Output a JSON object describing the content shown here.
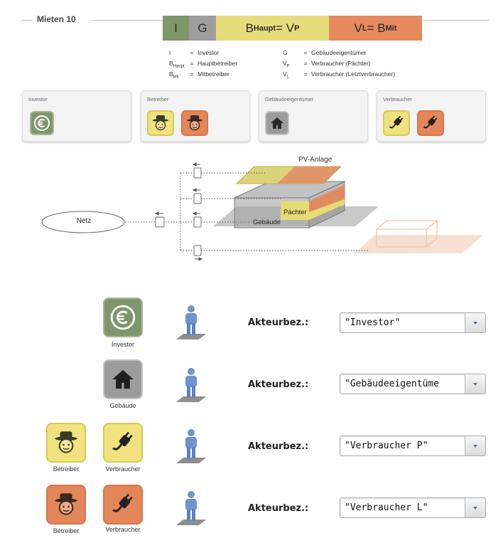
{
  "header": {
    "title": "Mieten 10",
    "formula": [
      {
        "label": "I",
        "color": "#7f966a"
      },
      {
        "label": "G",
        "color": "#9e9e9e"
      },
      {
        "label_main": "B",
        "label_sub": "Haupt",
        "label_eq": " = V",
        "label_sub2": "P",
        "color": "#e7dc7c"
      },
      {
        "label_main": "V",
        "label_sub": "L",
        "label_eq": " = B",
        "label_sub2": "Mit",
        "color": "#e68a5e"
      }
    ]
  },
  "legend": {
    "left": [
      {
        "key": "I",
        "key_sub": "",
        "desc": "Investor"
      },
      {
        "key": "B",
        "key_sub": "Haupt",
        "desc": "Hauptbetreiber"
      },
      {
        "key": "B",
        "key_sub": "Mit",
        "desc": "Mitbetreiber"
      }
    ],
    "right": [
      {
        "key": "G",
        "key_sub": "",
        "desc": "Gebäudeeigentümer"
      },
      {
        "key": "V",
        "key_sub": "P",
        "desc": "Verbraucher (Pächter)"
      },
      {
        "key": "V",
        "key_sub": "L",
        "desc": "Verbraucher (Letztverbraucher)"
      }
    ],
    "equals": "="
  },
  "cards": [
    {
      "title": "Investor"
    },
    {
      "title": "Betreiber"
    },
    {
      "title": "Gebäudeeigentümer"
    },
    {
      "title": "Verbraucher"
    }
  ],
  "diagram": {
    "pv_label": "PV-Anlage",
    "tenant_label": "Pächter",
    "building_label": "Gebäude",
    "grid_label": "Netz"
  },
  "actor_rows": [
    {
      "captions": [
        "Investor"
      ],
      "label": "Akteurbez.:",
      "value": "\"Investor\""
    },
    {
      "captions": [
        "Gebäude"
      ],
      "label": "Akteurbez.:",
      "value": "\"Gebäudeeigentüme"
    },
    {
      "captions": [
        "Betreiber",
        "Verbraucher"
      ],
      "label": "Akteurbez.:",
      "value": "\"Verbraucher P\""
    },
    {
      "captions": [
        "Betreiber",
        "Verbraucher"
      ],
      "label": "Akteurbez.:",
      "value": "\"Verbraucher L\""
    }
  ],
  "colors": {
    "investor_green": "#7f966a",
    "operator_yellow": "#efe27f",
    "operator_orange": "#e3865a",
    "building_gray": "#9c9c9c",
    "person_blue": "#6f93cf"
  },
  "icons": [
    "euro-icon",
    "farmer-icon",
    "house-icon",
    "plug-icon",
    "person-icon",
    "chevron-down-icon"
  ]
}
